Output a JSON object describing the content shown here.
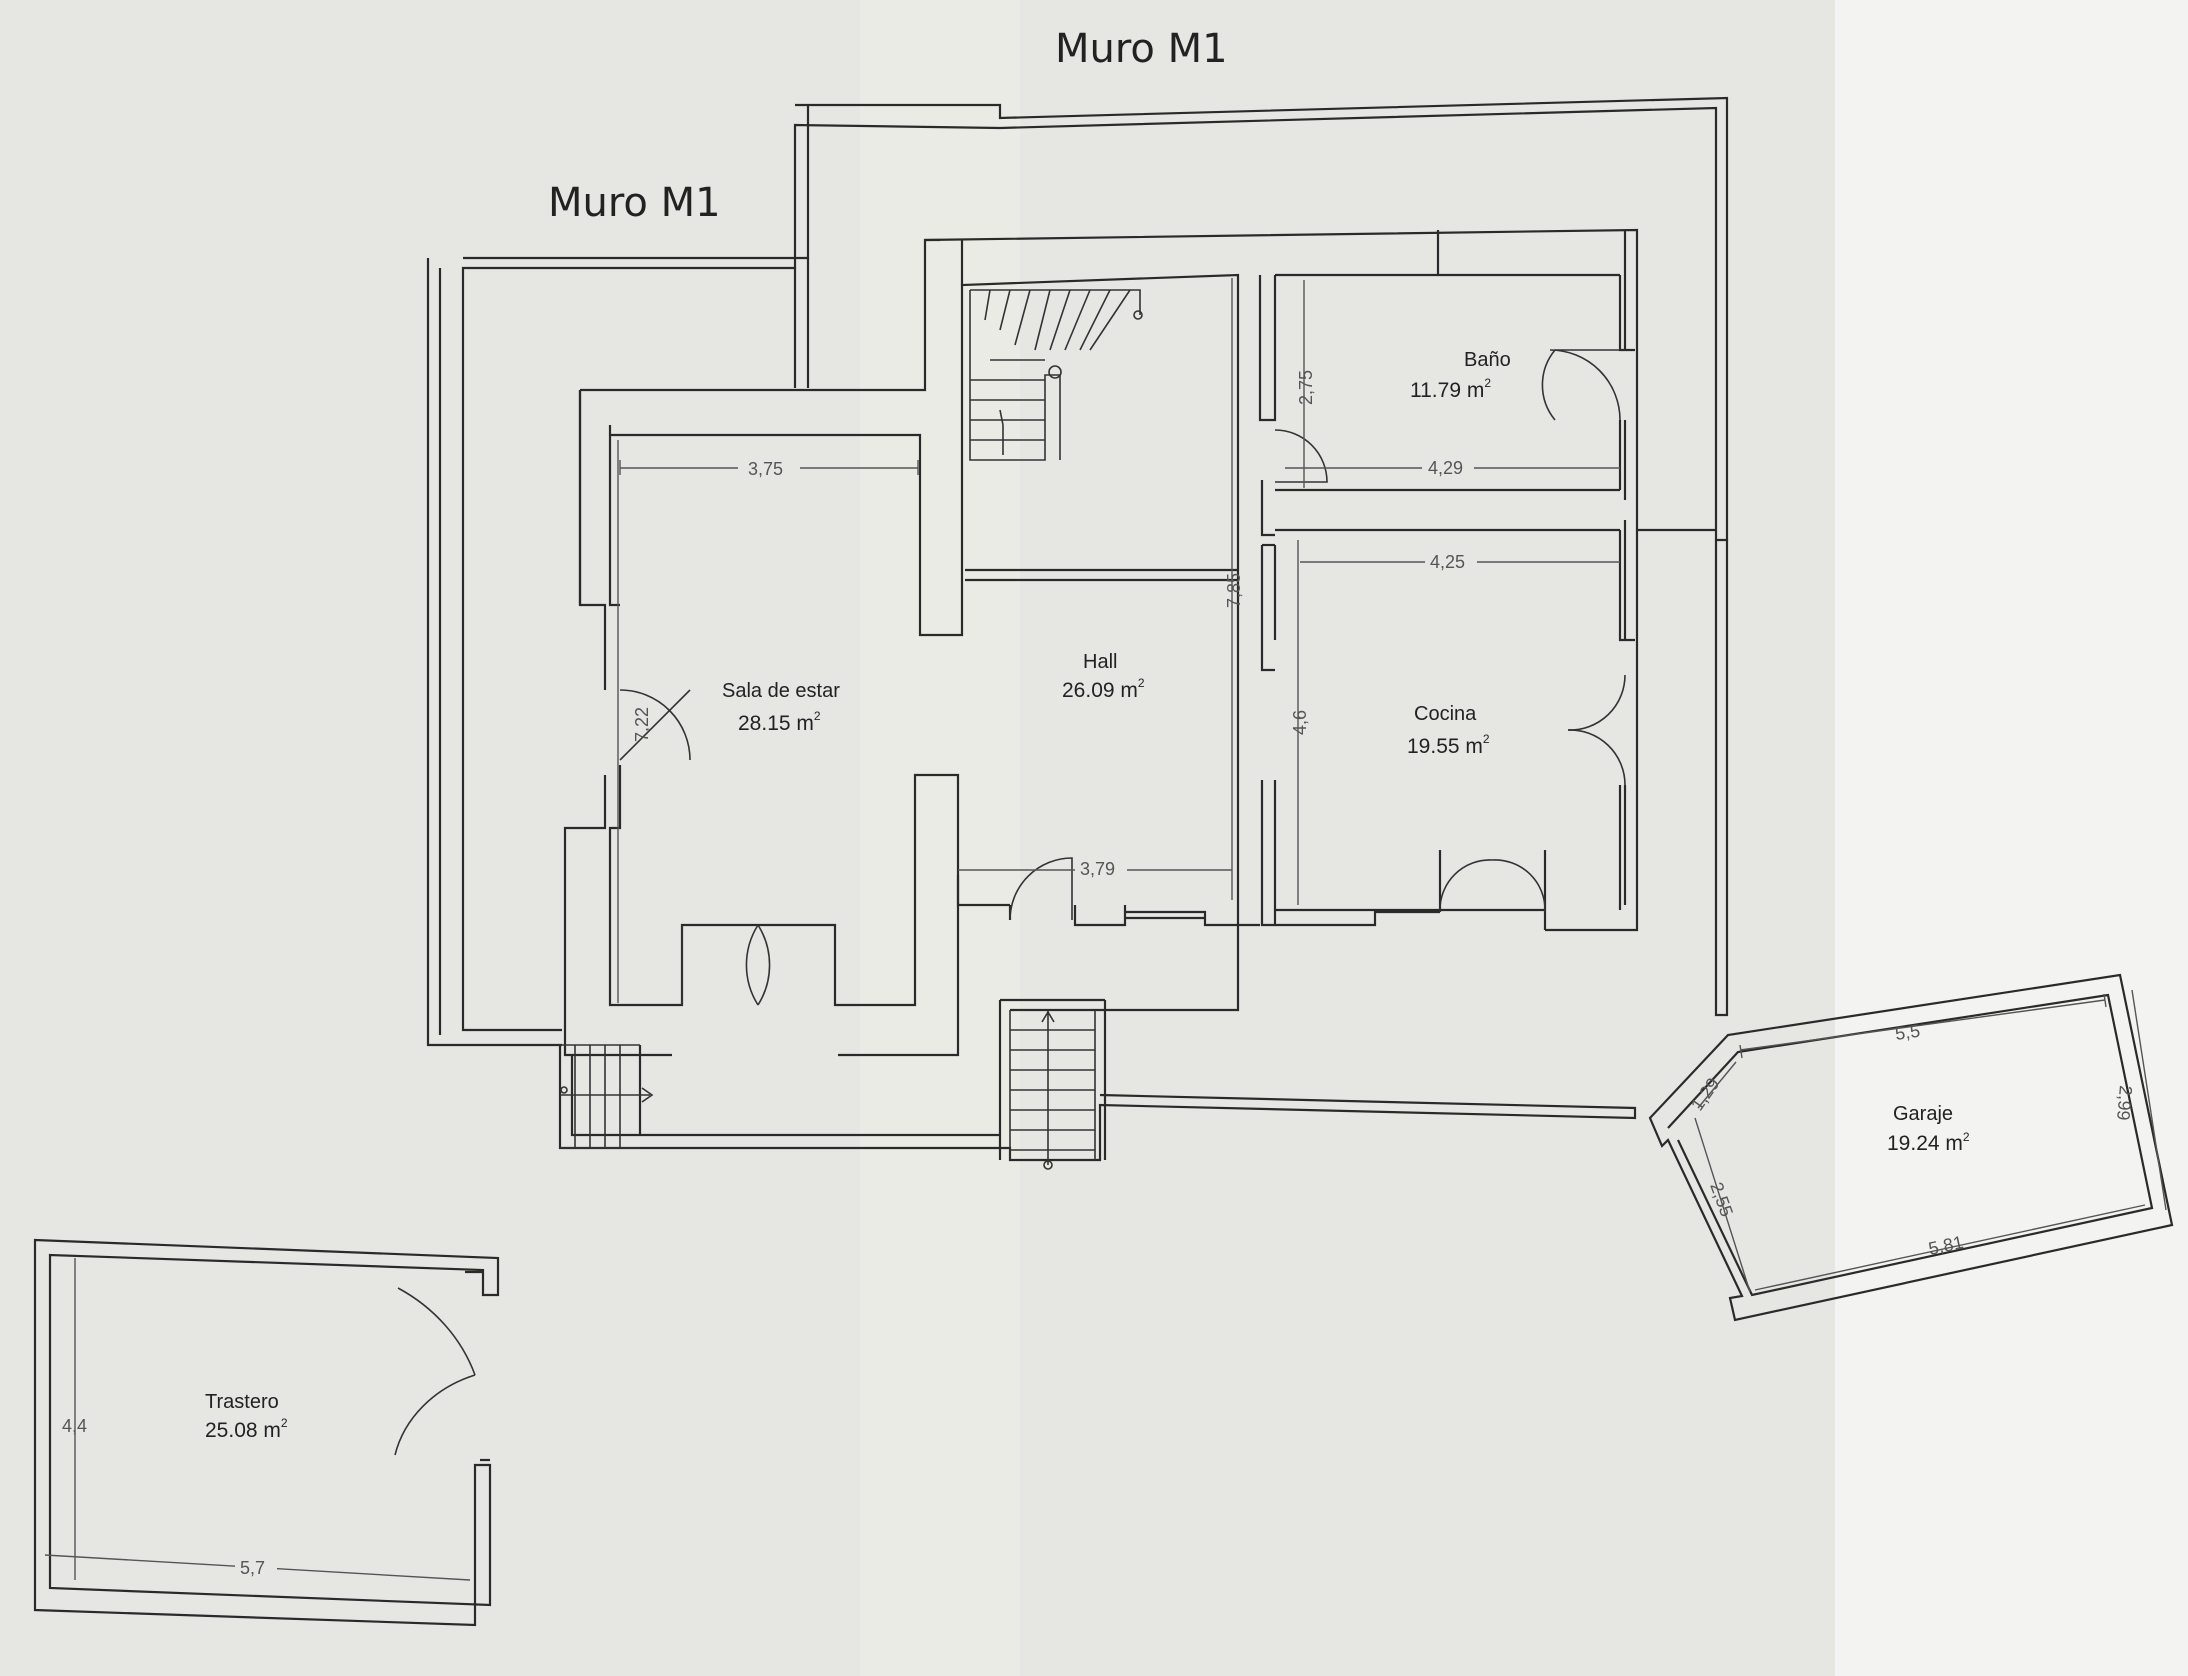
{
  "wall_labels": {
    "top": "Muro M1",
    "left": "Muro M1"
  },
  "rooms": {
    "sala": {
      "name": "Sala de estar",
      "area": "28.15 m",
      "unit_sup": "2"
    },
    "hall": {
      "name": "Hall",
      "area": "26.09 m",
      "unit_sup": "2"
    },
    "bano": {
      "name": "Baño",
      "area": "11.79 m",
      "unit_sup": "2"
    },
    "cocina": {
      "name": "Cocina",
      "area": "19.55 m",
      "unit_sup": "2"
    },
    "garaje": {
      "name": "Garaje",
      "area": "19.24 m",
      "unit_sup": "2"
    },
    "trastero": {
      "name": "Trastero",
      "area": "25.08 m",
      "unit_sup": "2"
    }
  },
  "dimensions": {
    "sala_width": "3,75",
    "sala_height": "7,22",
    "hall_height": "7,85",
    "hall_width": "3,79",
    "bano_height": "2,75",
    "bano_width": "4,29",
    "cocina_width": "4,25",
    "cocina_height": "4,6",
    "garaje_top": "5,5",
    "garaje_right": "2,99",
    "garaje_bottom": "5,81",
    "garaje_left_upper": "1,29",
    "garaje_left_lower": "2,55",
    "trastero_height": "4,4",
    "trastero_width": "5,7"
  },
  "colors": {
    "paper": "#e9eae5",
    "paper_right": "#f3f3f1",
    "ink": "#2a2a2a"
  }
}
